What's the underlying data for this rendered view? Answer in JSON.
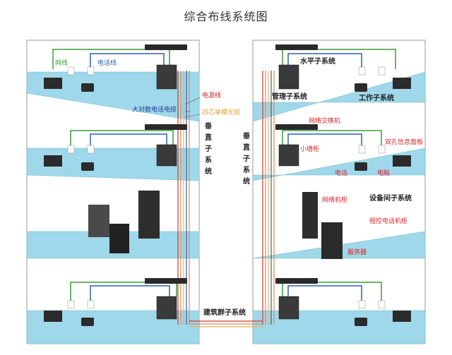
{
  "title": "综合布线系统图",
  "labels": {
    "network_line": "网线",
    "phone_line": "电话线",
    "power_line": "电源线",
    "large_pair_cable": "大对数电话电缆",
    "four_core_fiber": "四芯单模光缆",
    "vertical_subsystem": [
      "垂",
      "直",
      "子",
      "系",
      "统"
    ],
    "horizontal_subsystem": "水平子系统",
    "management_subsystem": "管理子系统",
    "work_area_subsystem": "工作子系统",
    "network_switch": "网络交换机",
    "small_cabinet": "小墙柜",
    "dual_outlet_panel": "双孔信息面板",
    "phone": "电话",
    "computer": "电脑",
    "equipment_room_subsystem": "设备间子系统",
    "network_rack": "网络机柜",
    "pbx_rack": "程控电话机柜",
    "server": "服务器",
    "building_subsystem": "建筑群子系统"
  },
  "colors": {
    "floor": "#9fd8ea",
    "network": "#3a9a3a",
    "phone": "#2f5fb0",
    "power": "#d23a2a",
    "copper": "#e08a4a",
    "fiber": "#e8b060",
    "label_red": "#d8252a",
    "label_dark": "#222222",
    "label_blue": "#1f3f9a"
  }
}
